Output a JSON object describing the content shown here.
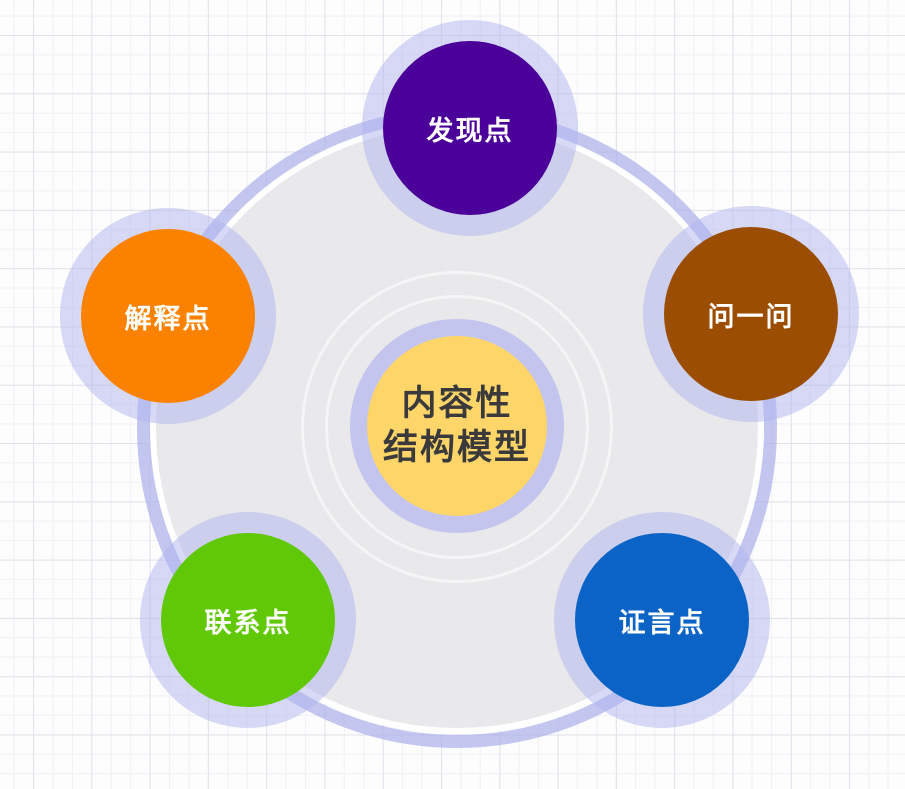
{
  "diagram": {
    "center": {
      "line1": "内容性",
      "line2": "结构模型",
      "fill": "#FDD569",
      "ring_color": "#C4C5EE",
      "text_color": "#3A3A3C"
    },
    "nodes": [
      {
        "position": "top",
        "label": "发现点",
        "color": "#4B0099"
      },
      {
        "position": "left",
        "label": "解释点",
        "color": "#FB8200"
      },
      {
        "position": "right",
        "label": "问一问",
        "color": "#9B4D02"
      },
      {
        "position": "bottom-left",
        "label": "联系点",
        "color": "#60C807"
      },
      {
        "position": "bottom-right",
        "label": "证言点",
        "color": "#0B64C5"
      }
    ],
    "decor": {
      "halo_color": "rgba(175,179,238,0.5)",
      "orbit_ring_color": "rgba(165,170,232,0.65)",
      "disc_color": "rgba(231,231,235,0.93)"
    }
  }
}
